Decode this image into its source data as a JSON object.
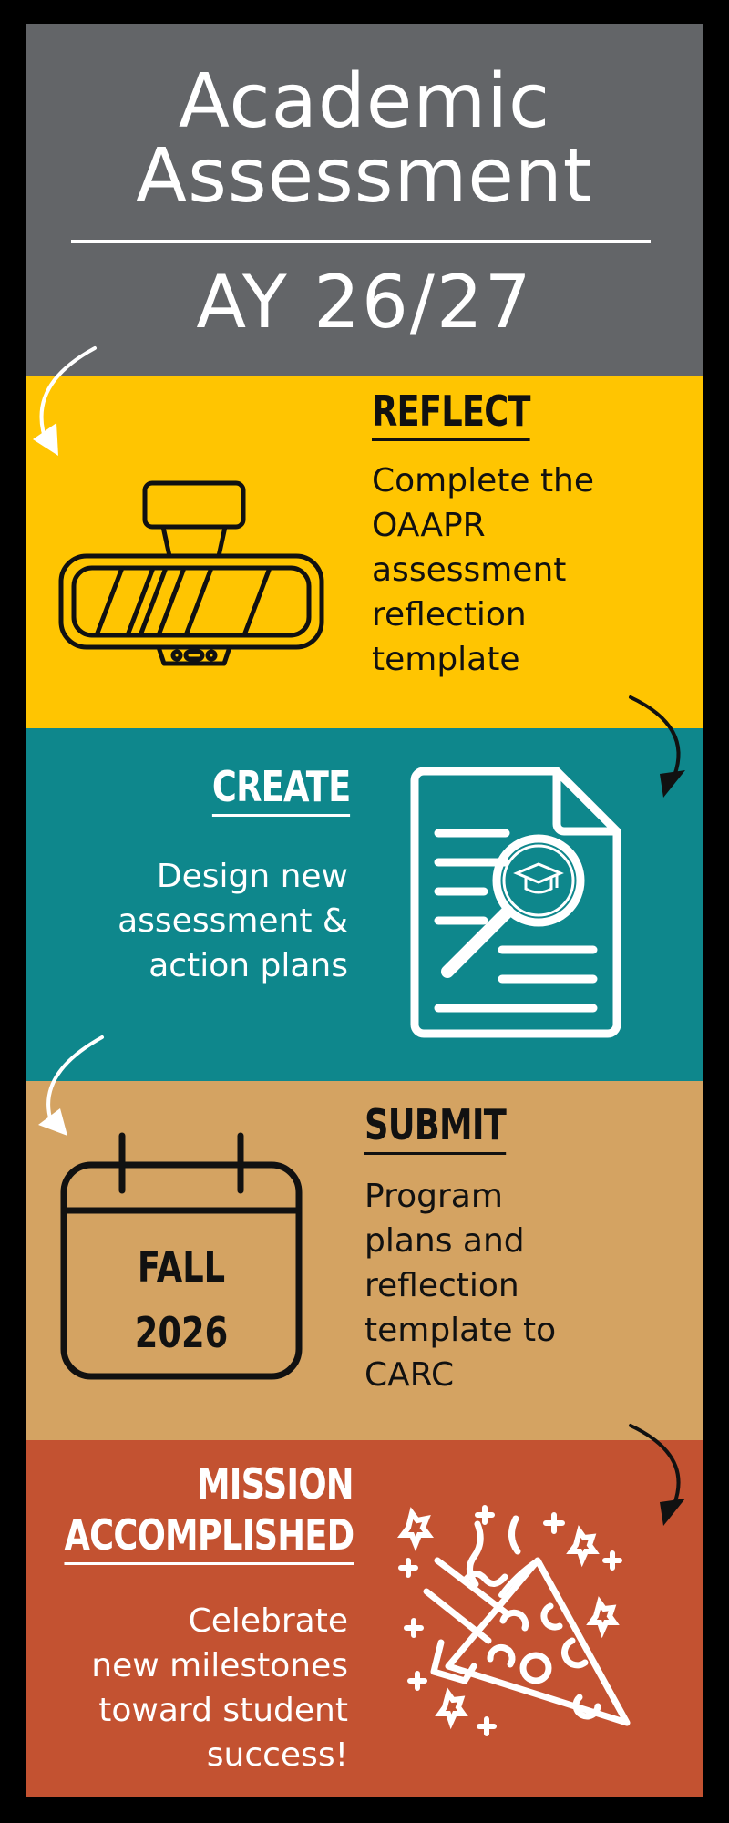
{
  "header": {
    "title_line1": "Academic",
    "title_line2": "Assessment",
    "year": "AY 26/27"
  },
  "steps": {
    "reflect": {
      "heading": "REFLECT",
      "lines": [
        "Complete the",
        "OAAPR",
        "assessment",
        "reflection",
        "template"
      ],
      "icon": "rearview-mirror-icon"
    },
    "create": {
      "heading": "CREATE",
      "lines": [
        "Design new",
        "assessment &",
        "action plans"
      ],
      "icon": "document-magnifier-icon"
    },
    "submit": {
      "heading": "SUBMIT",
      "lines": [
        "Program",
        "plans and",
        "reflection",
        "template to",
        "CARC"
      ],
      "icon": "calendar-icon",
      "calendar_line1": "FALL",
      "calendar_line2": "2026"
    },
    "mission": {
      "heading_line1": "MISSION",
      "heading_line2": "ACCOMPLISHED",
      "lines": [
        "Celebrate",
        "new milestones",
        "toward student",
        "success!"
      ],
      "icon": "party-popper-icon"
    }
  },
  "colors": {
    "background": "#000000",
    "header": "#636568",
    "reflect": "#FFC501",
    "create": "#0E878C",
    "submit": "#D4A362",
    "mission": "#C35231"
  }
}
